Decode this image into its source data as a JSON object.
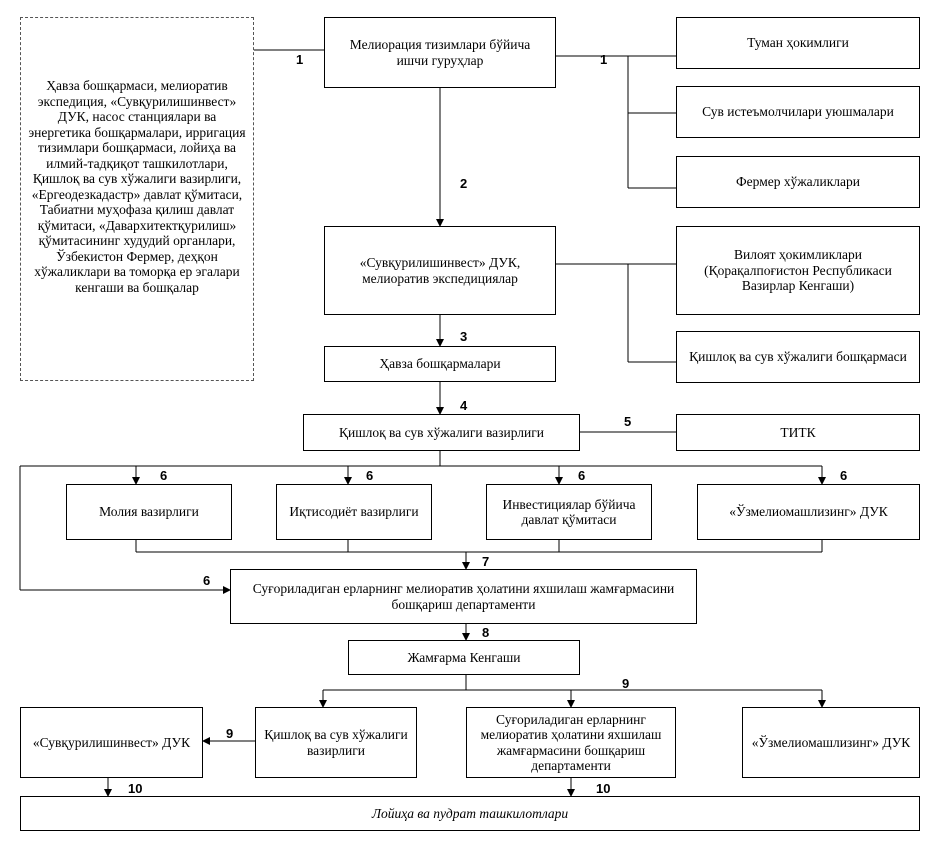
{
  "boxes": {
    "side_note": "Ҳавза бошқармаси, мелиоратив экспедиция, «Сувқурилишинвест» ДУК, насос станциялари ва энергетика бошқармалари, ирригация тизимлари бошқармаси, лойиҳа ва илмий-тадқиқот ташкилотлари, Қишлоқ ва сув хўжалиги вазирлиги, «Ергеодезкадастр» давлат қўмитаси, Табиатни муҳофаза қилиш давлат қўмитаси, «Давархитектқурилиш» қўмитасининг худудий органлари, Ўзбекистон Фермер, деҳқон хўжаликлари ва томорқа ер эгалари кенгаши ва бошқалар",
    "working_groups": "Мелиорация тизимлари бўйича\nишчи гуруҳлар",
    "district_hokim": "Туман ҳокимлиги",
    "water_users": "Сув истеъмолчилари уюшмалари",
    "farms": "Фермер хўжаликлари",
    "suv_expedition": "«Сувқурилишинвест» ДУК,\nмелиоратив экспедициялар",
    "regional_hokim": "Вилоят ҳокимликлари\n(Қорақалпоғистон Республикаси\nВазирлар Кенгаши)",
    "agri_dept": "Қишлоқ ва сув хўжалиги бошқармаси",
    "basin_depts": "Ҳавза бошқармалари",
    "ministry": "Қишлоқ ва сув хўжалиги вазирлиги",
    "titk": "ТИТК",
    "finance": "Молия вазирлиги",
    "economy": "Иқтисодиёт вазирлиги",
    "investment": "Инвестициялар бўйича\nдавлат қўмитаси",
    "uzmelio": "«Ўзмелиомашлизинг» ДУК",
    "department": "Суғориладиган ерларнинг мелиоратив ҳолатини яхшилаш жамғармасини\nбошқариш департаменти",
    "fund_council": "Жамғарма Кенгаши",
    "suv_duk": "«Сувқурилишинвест» ДУК",
    "ministry2": "Қишлоқ ва сув хўжалиги\nвазирлиги",
    "department2": "Суғориладиган ерларнинг\nмелиоратив ҳолатини яхшилаш\nжамғармасини бошқариш\nдепартаменти",
    "uzmelio2": "«Ўзмелиомашлизинг» ДУК",
    "design": "Лойиҳа ва пудрат ташкилотлари"
  },
  "numbers": {
    "n1a": "1",
    "n1b": "1",
    "n2": "2",
    "n3": "3",
    "n4": "4",
    "n5": "5",
    "n6a": "6",
    "n6b": "6",
    "n6c": "6",
    "n6d": "6",
    "n6e": "6",
    "n7": "7",
    "n8": "8",
    "n9a": "9",
    "n9b": "9",
    "n10a": "10",
    "n10b": "10"
  }
}
